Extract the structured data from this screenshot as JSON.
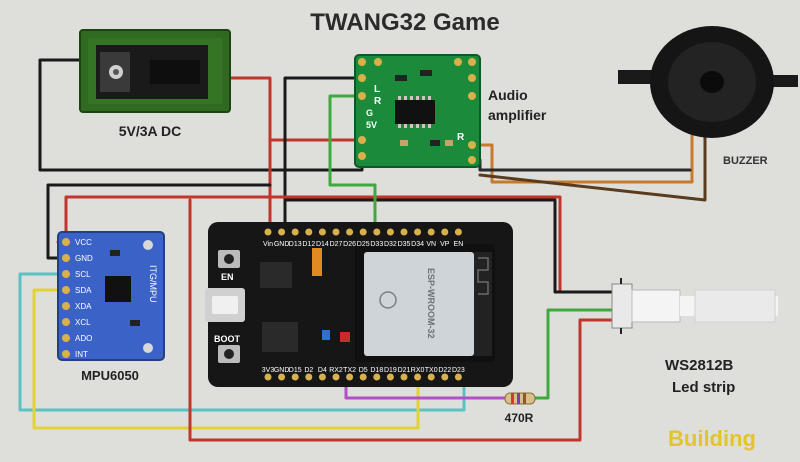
{
  "title": "TWANG32 Game",
  "power": {
    "label": "5V/3A DC"
  },
  "amplifier": {
    "label_line1": "Audio",
    "label_line2": "amplifier",
    "pins": {
      "l": "L",
      "r": "R",
      "v5": "5V",
      "gnd": "G",
      "r_out": "R"
    }
  },
  "buzzer": {
    "label": "BUZZER"
  },
  "mpu": {
    "label": "MPU6050",
    "chip_text": "ITG/MPU",
    "pins": [
      "VCC",
      "GND",
      "SCL",
      "SDA",
      "XDA",
      "XCL",
      "ADO",
      "INT"
    ]
  },
  "esp32": {
    "top_pins": [
      "Vin",
      "GND",
      "D13",
      "D12",
      "D14",
      "D27",
      "D26",
      "D25",
      "D33",
      "D32",
      "D35",
      "D34",
      "VN",
      "VP",
      "EN"
    ],
    "bottom_pins": [
      "3V3",
      "GND",
      "D15",
      "D2",
      "D4",
      "RX2",
      "TX2",
      "D5",
      "D18",
      "D19",
      "D21",
      "RX0",
      "TX0",
      "D22",
      "D23"
    ],
    "btn_en": "EN",
    "btn_boot": "BOOT",
    "module_text": "ESP-WROOM-32"
  },
  "resistor": {
    "label": "470R"
  },
  "ledstrip": {
    "label_line1": "WS2812B",
    "label_line2": "Led strip"
  },
  "status": {
    "label": "Building",
    "color": "#e3c52a"
  },
  "colors": {
    "board": "#161616",
    "amp_board": "#1b8a3a",
    "mpu_board": "#3b62c6",
    "power_board": "#2f6a20"
  }
}
